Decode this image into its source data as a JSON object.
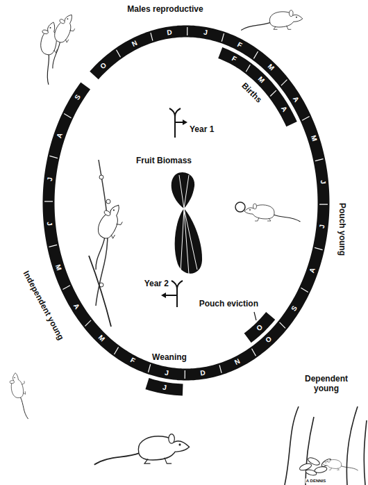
{
  "diagram": {
    "labels": [
      "Males reproductive",
      "Births",
      "Year 1",
      "Fruit Biomass",
      "Pouch young",
      "Pouch eviction",
      "Year 2",
      "Weaning",
      "Dependent young",
      "Independent young",
      "A DENNIS",
      "J",
      "F",
      "M",
      "A",
      "M",
      "J",
      "J",
      "A",
      "S",
      "O",
      "N",
      "D",
      "J",
      "F",
      "M",
      "A",
      "M",
      "J",
      "J",
      "A",
      "S",
      "O",
      "N",
      "D",
      "F",
      "M",
      "A",
      "O",
      "J"
    ]
  }
}
